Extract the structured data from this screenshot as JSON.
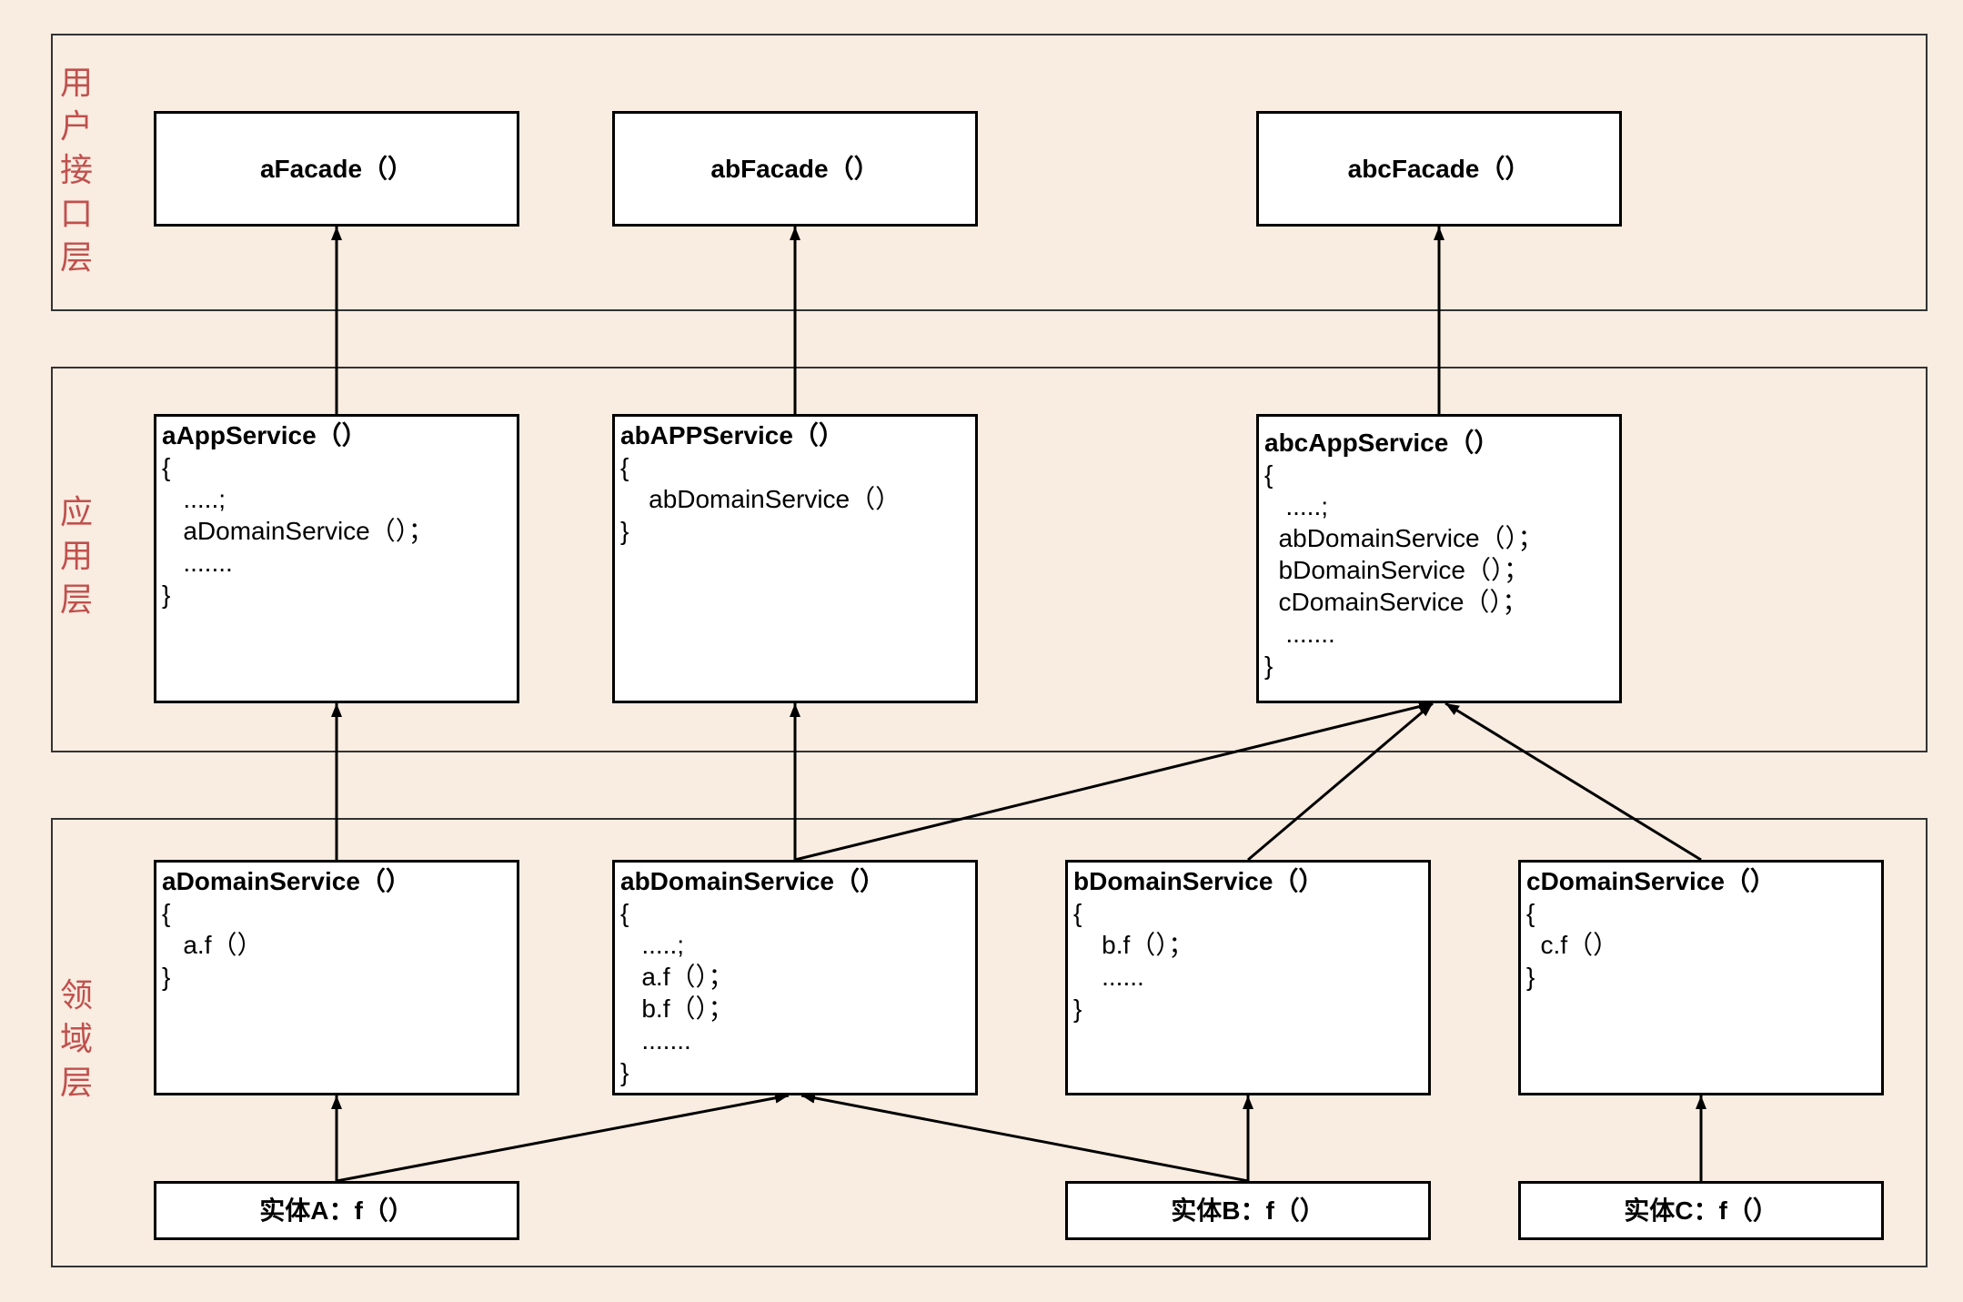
{
  "colors": {
    "background": "#f9ece1",
    "layer_label": "#c0504d",
    "box_fill": "#ffffff",
    "ink": "#000000",
    "layer_border": "#333333"
  },
  "layers": [
    {
      "label": "用户接口层"
    },
    {
      "label": "应用层"
    },
    {
      "label": "领域层"
    }
  ],
  "boxes": [
    {
      "title": "aFacade（）"
    },
    {
      "title": "abFacade（）"
    },
    {
      "title": "abcFacade（）"
    },
    {
      "title": "aAppService（）",
      "lines": [
        "{",
        "   .....;",
        "   aDomainService（）；",
        "   .......",
        "}"
      ]
    },
    {
      "title": "abAPPService（）",
      "lines": [
        "{",
        "    abDomainService（）",
        "}"
      ]
    },
    {
      "title": "abcAppService（）",
      "lines": [
        "{",
        "   .....;",
        "  abDomainService（）；",
        "  bDomainService（）；",
        "  cDomainService（）；",
        "   .......",
        "}"
      ]
    },
    {
      "title": "aDomainService（）",
      "lines": [
        "{",
        "   a.f（）",
        "}"
      ]
    },
    {
      "title": "abDomainService（）",
      "lines": [
        "{",
        "   .....;",
        "   a.f（）；",
        "   b.f（）；",
        "   .......",
        "}"
      ]
    },
    {
      "title": "bDomainService（）",
      "lines": [
        "{",
        "    b.f（）；",
        "    ......",
        "}"
      ]
    },
    {
      "title": "cDomainService（）",
      "lines": [
        "{",
        "  c.f（）",
        "}"
      ]
    },
    {
      "title": "实体A：f（）"
    },
    {
      "title": "实体B：f（）"
    },
    {
      "title": "实体C：f（）"
    }
  ],
  "edges": [
    [
      3,
      0
    ],
    [
      4,
      1
    ],
    [
      5,
      2
    ],
    [
      6,
      3
    ],
    [
      7,
      4
    ],
    [
      7,
      5
    ],
    [
      8,
      5
    ],
    [
      9,
      5
    ],
    [
      10,
      6
    ],
    [
      10,
      7
    ],
    [
      11,
      8
    ],
    [
      11,
      7
    ],
    [
      12,
      9
    ]
  ]
}
